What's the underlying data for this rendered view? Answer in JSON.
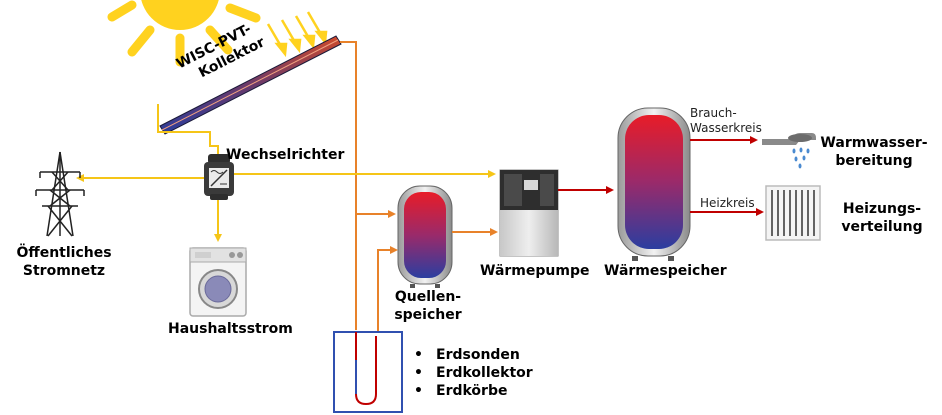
{
  "diagram": {
    "collector_label_line1": "WISC-PVT-",
    "collector_label_line2": "Kollektor",
    "inverter_label": "Wechselrichter",
    "grid_label_line1": "Öffentliches",
    "grid_label_line2": "Stromnetz",
    "household_label": "Haushaltsstrom",
    "source_storage_line1": "Quellen-",
    "source_storage_line2": "speicher",
    "heat_pump_label": "Wärmepumpe",
    "heat_storage_label": "Wärmespeicher",
    "hot_water_circuit_line1": "Brauch-",
    "hot_water_circuit_line2": "Wasserkreis",
    "heating_circuit_label": "Heizkreis",
    "hot_water_prep_line1": "Warmwasser-",
    "hot_water_prep_line2": "bereitung",
    "heating_distribution_line1": "Heizungs-",
    "heating_distribution_line2": "verteilung",
    "ground_sources": [
      "Erdsonden",
      "Erdkollektor",
      "Erdkörbe"
    ]
  },
  "colors": {
    "electric_line": "#f5c518",
    "heat_line_orange": "#e8822a",
    "heat_line_red": "#c00000",
    "sun": "#ffd21f",
    "tank_hot": "#e8202a",
    "tank_cold": "#2a3c9c",
    "ground_pipe_blue": "#3050b0"
  }
}
